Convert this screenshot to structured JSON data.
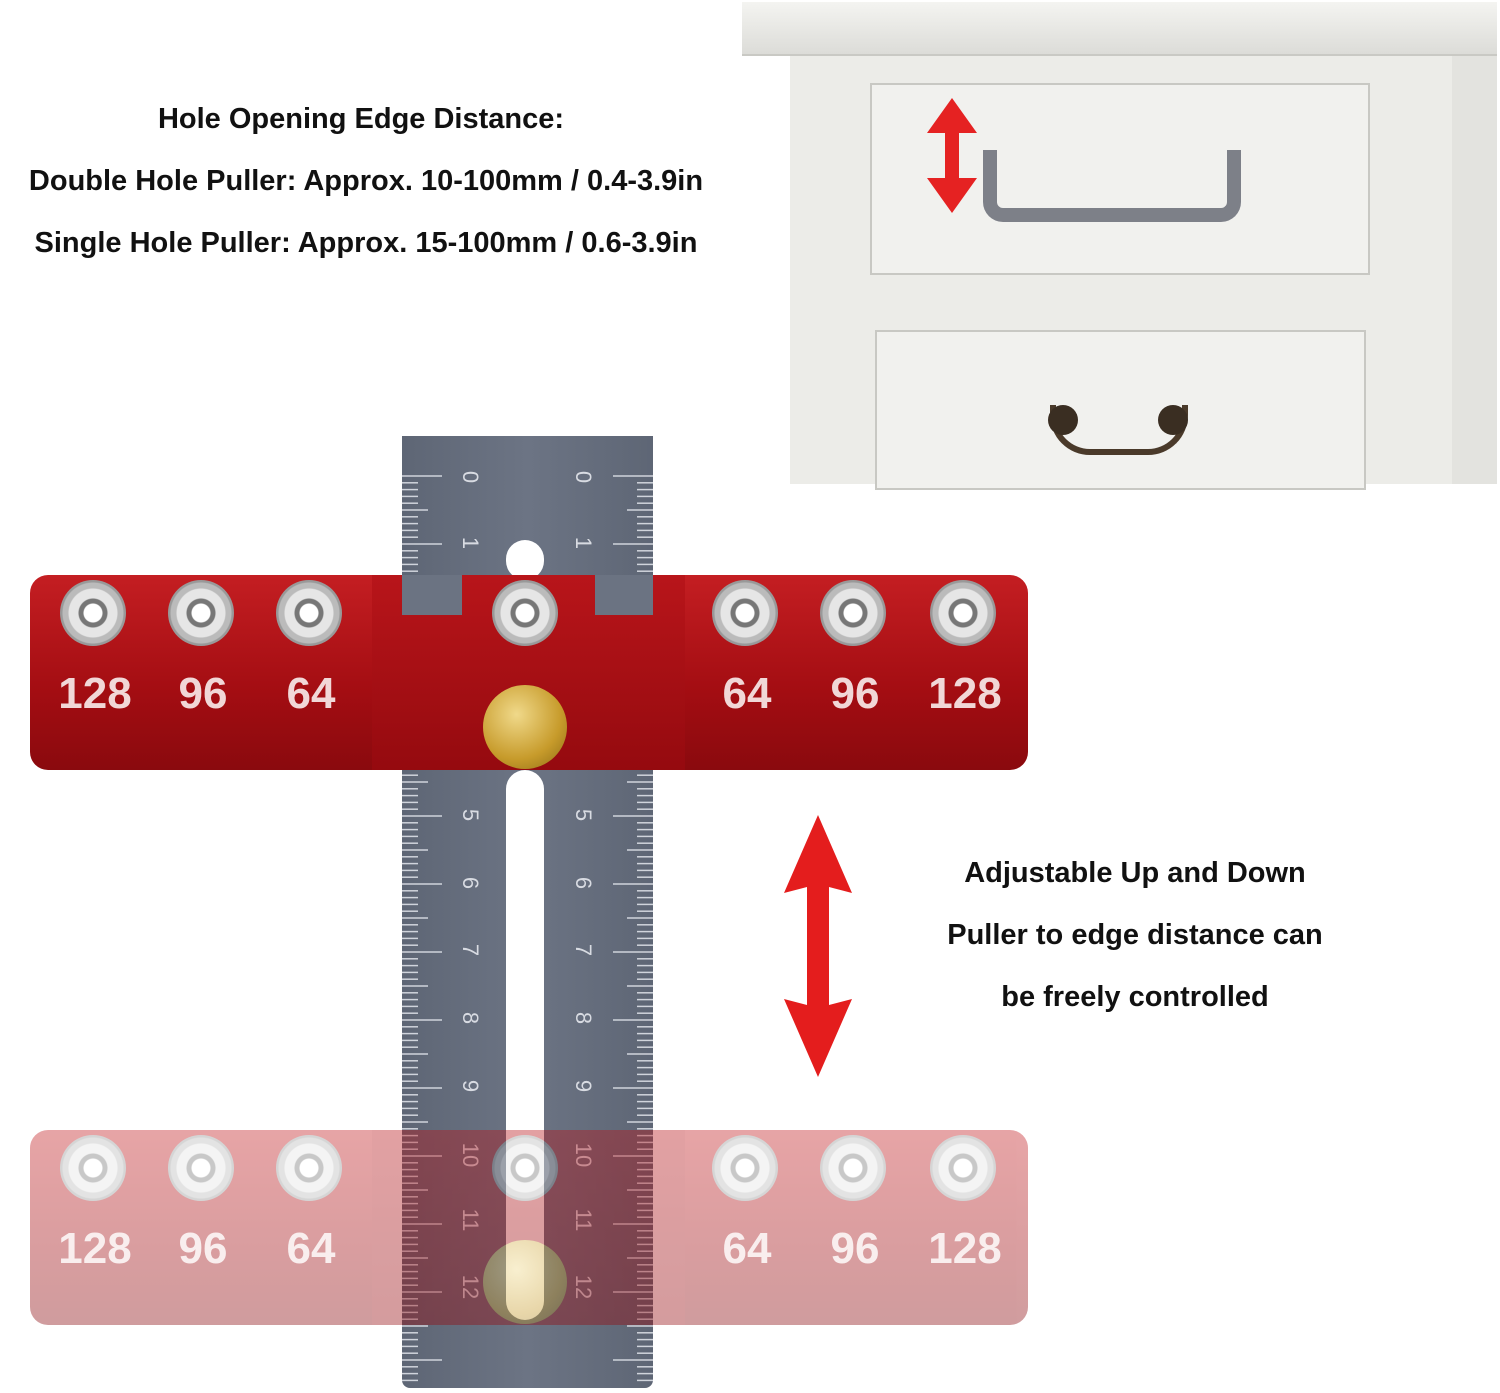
{
  "left_text": {
    "title": "Hole Opening Edge Distance:",
    "double": "Double Hole Puller: Approx. 10-100mm / 0.4-3.9in",
    "single": "Single Hole Puller: Approx. 15-100mm / 0.6-3.9in"
  },
  "right_text": {
    "line1": "Adjustable Up and Down",
    "line2": "Puller to edge distance can",
    "line3": "be freely controlled"
  },
  "bar_labels": [
    "128",
    "96",
    "64",
    "64",
    "96",
    "128"
  ],
  "ruler_numbers": [
    "0",
    "1",
    "5",
    "6",
    "7",
    "8",
    "9",
    "10",
    "11",
    "12"
  ],
  "colors": {
    "red": "#b5141a",
    "ruler": "#636b7a",
    "brass": "#c79b2b"
  }
}
